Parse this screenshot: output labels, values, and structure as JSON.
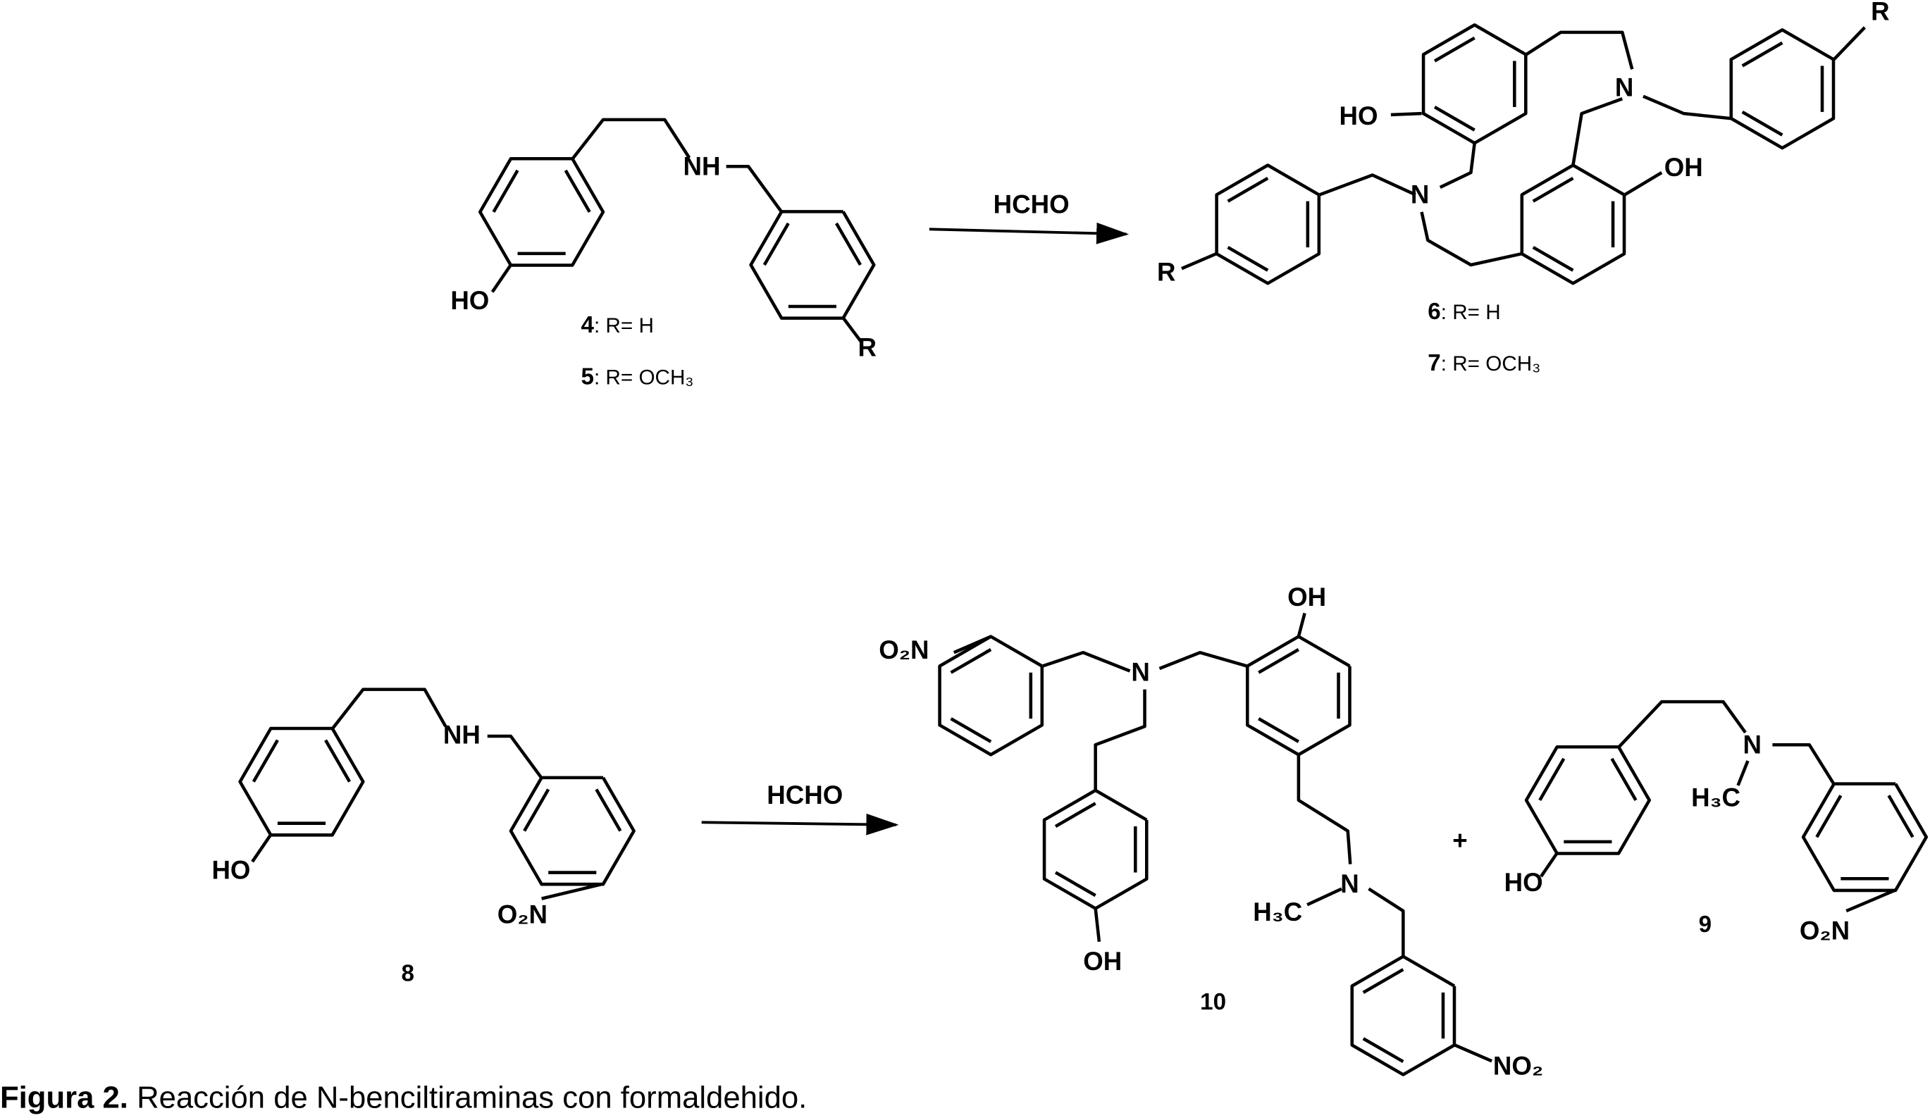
{
  "reaction_1": {
    "reagent": "HCHO",
    "reactant": {
      "labels": {
        "nh": "NH",
        "ho": "HO",
        "r": "R"
      },
      "variants": [
        {
          "number": "4",
          "text": ": R= H"
        },
        {
          "number": "5",
          "text": ": R= OCH₃"
        }
      ]
    },
    "product": {
      "labels": {
        "ho": "HO",
        "oh": "OH",
        "n1": "N",
        "n2": "N",
        "r1": "R",
        "r2": "R"
      },
      "variants": [
        {
          "number": "6",
          "text": ": R= H"
        },
        {
          "number": "7",
          "text": ": R= OCH₃"
        }
      ]
    }
  },
  "reaction_2": {
    "reagent": "HCHO",
    "reactant": {
      "number": "8",
      "labels": {
        "nh": "NH",
        "ho": "HO",
        "no2": "O₂N"
      }
    },
    "product_10": {
      "number": "10",
      "labels": {
        "o2n": "O₂N",
        "n1": "N",
        "oh_top": "OH",
        "oh_bottom": "OH",
        "n2": "N",
        "h3c": "H₃C",
        "no2": "NO₂"
      }
    },
    "plus": "+",
    "product_9": {
      "number": "9",
      "labels": {
        "ho": "HO",
        "n": "N",
        "h3c": "H₃C",
        "no2": "O₂N"
      }
    }
  },
  "caption": {
    "prefix": "Figura 2.",
    "text": " Reacción de N-benciltiraminas con formaldehido."
  }
}
